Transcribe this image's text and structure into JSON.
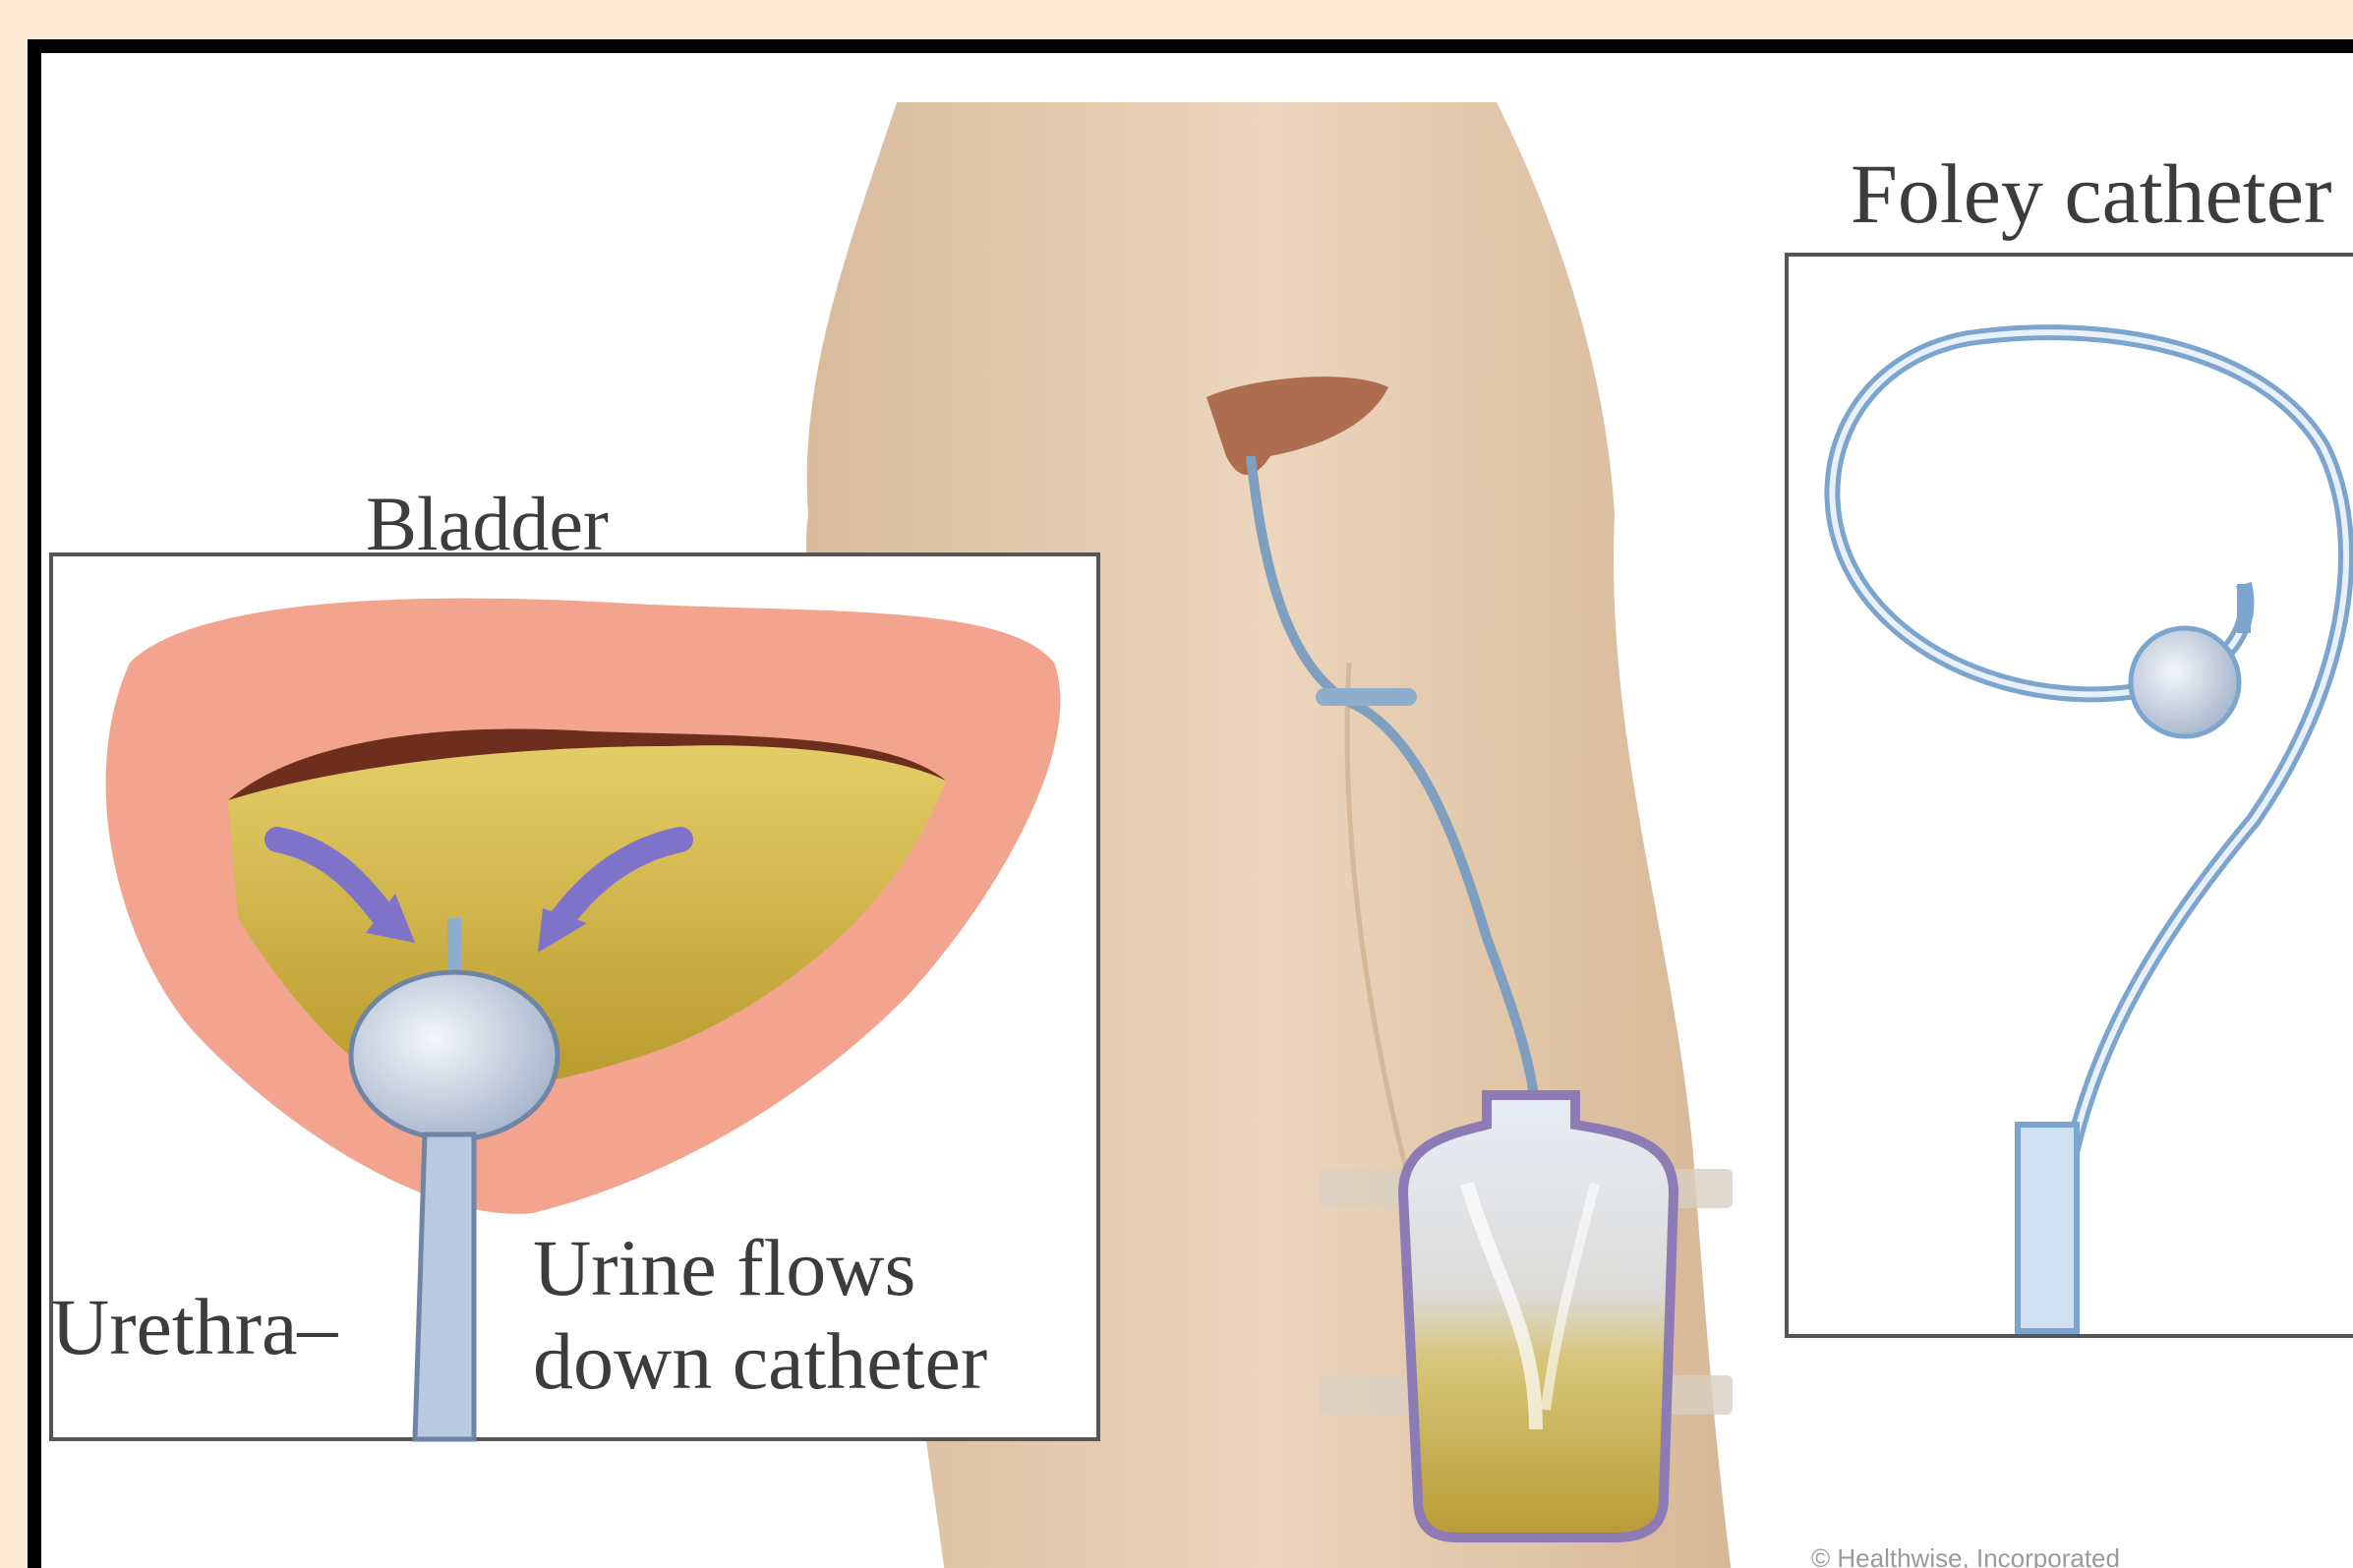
{
  "labels": {
    "bladder": "Bladder",
    "foley": "Foley catheter",
    "urethra": "Urethra–",
    "flow_line1": "Urine flows",
    "flow_line2": "down catheter",
    "credit": "© Healthwise, Incorporated"
  },
  "colors": {
    "background": "#fbe9d5",
    "border": "#000000",
    "skin": "#e9cfb2",
    "bladder_wall": "#f2a48e",
    "urine": "#c7aa3a",
    "catheter": "#8fb3d4",
    "arrow": "#7f73c9"
  }
}
